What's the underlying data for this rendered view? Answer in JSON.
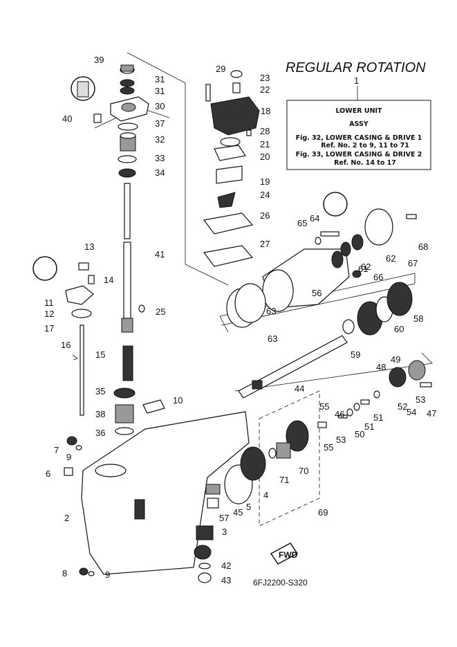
{
  "title": "REGULAR ROTATION",
  "info_box": {
    "callout": "1",
    "lines": [
      "LOWER UNIT",
      "ASSY",
      "Fig. 32, LOWER CASING & DRIVE 1",
      "Ref. No. 2 to 9, 11 to 71",
      "Fig. 33, LOWER CASING & DRIVE 2",
      "Ref. No. 14 to 17"
    ]
  },
  "diagram_code": "6FJ2200-S320",
  "fwd_label": "FWD",
  "callouts": [
    "2",
    "3",
    "4",
    "5",
    "6",
    "7",
    "8",
    "9",
    "9",
    "10",
    "11",
    "12",
    "13",
    "14",
    "15",
    "16",
    "17",
    "18",
    "19",
    "20",
    "21",
    "22",
    "23",
    "24",
    "25",
    "26",
    "27",
    "28",
    "29",
    "30",
    "31",
    "31",
    "32",
    "33",
    "34",
    "35",
    "36",
    "37",
    "38",
    "39",
    "40",
    "41",
    "42",
    "43",
    "44",
    "45",
    "46",
    "47",
    "48",
    "49",
    "50",
    "51",
    "51",
    "52",
    "53",
    "53",
    "54",
    "55",
    "55",
    "56",
    "57",
    "58",
    "59",
    "60",
    "61",
    "62",
    "62",
    "63",
    "63",
    "64",
    "65",
    "66",
    "67",
    "68",
    "69",
    "70",
    "71"
  ]
}
